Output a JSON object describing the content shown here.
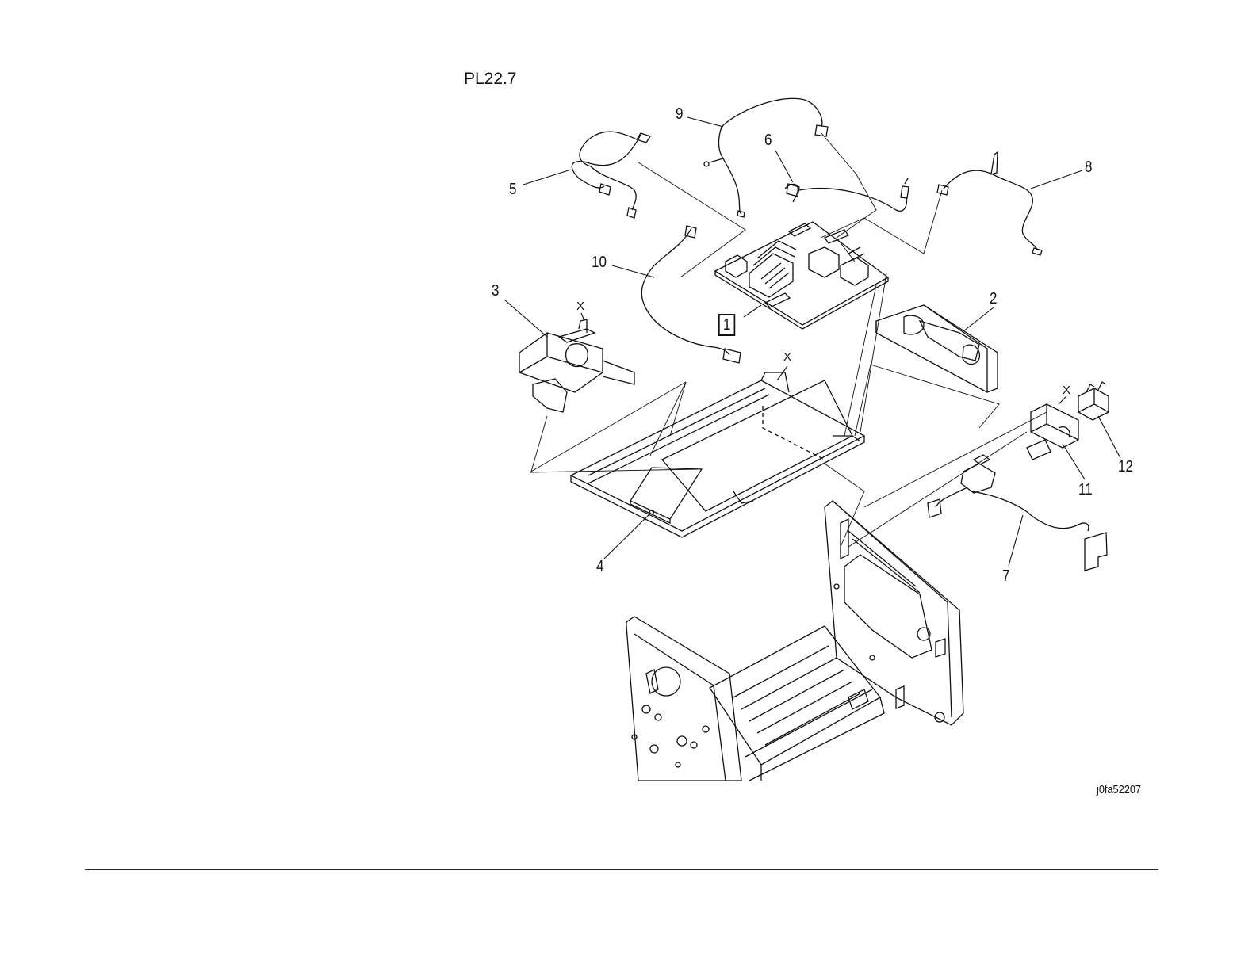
{
  "figure": {
    "title": "PL22.7",
    "figure_id": "j0fa52207",
    "part_callouts": [
      "1",
      "2",
      "3",
      "4",
      "5",
      "6",
      "7",
      "8",
      "9",
      "10",
      "11",
      "12"
    ],
    "boxed_callout": "1",
    "reference_marker": "X"
  }
}
